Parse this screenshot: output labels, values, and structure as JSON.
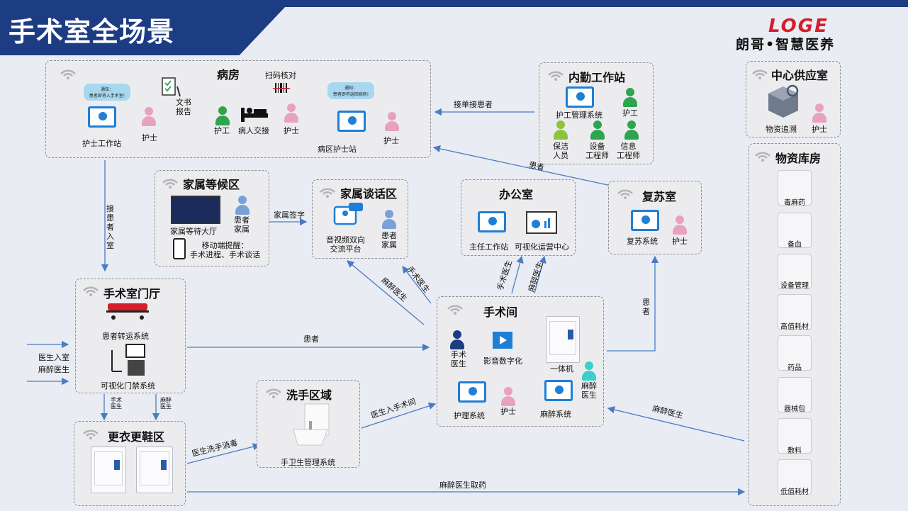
{
  "title": "手术室全场景",
  "logo": {
    "mark": "LOGE",
    "text": "朗哥•智慧医养"
  },
  "zones": {
    "ward": {
      "title": "病房",
      "nurse_station": "护士工作站",
      "nurse": "护士",
      "notice1": "通知：\n患者即将入手术室!",
      "doc": "文书\n报告",
      "worker": "护工",
      "handover": "病人交接",
      "scan": "扫码核对",
      "nurse2": "护士",
      "notice2": "通知：\n患者即将返回病房!",
      "ward_station": "病区护士站",
      "nurse3": "护士"
    },
    "inner_station": {
      "title": "内勤工作站",
      "system": "护工管理系统",
      "worker": "护工",
      "cleaner": "保洁\n人员",
      "equip_eng": "设备\n工程师",
      "info_eng": "信息\n工程师"
    },
    "supply": {
      "title": "中心供应室",
      "trace": "物资追溯",
      "nurse": "护士"
    },
    "warehouse": {
      "title": "物资库房",
      "items": [
        "毒麻药",
        "备血",
        "设备管理",
        "高值耗材",
        "药品",
        "器械包",
        "敷料",
        "低值耗材"
      ]
    },
    "family_wait": {
      "title": "家属等候区",
      "hall": "家属等待大厅",
      "family": "患者\n家属",
      "mobile": "移动端提醒：\n手术进程、手术谈话"
    },
    "family_talk": {
      "title": "家属谈话区",
      "platform": "音视频双向\n交流平台",
      "family": "患者\n家属"
    },
    "office": {
      "title": "办公室",
      "director": "主任工作站",
      "center": "可视化运营中心"
    },
    "recovery": {
      "title": "复苏室",
      "system": "复苏系统",
      "nurse": "护士"
    },
    "lobby": {
      "title": "手术室门厅",
      "transport": "患者转运系统",
      "access": "可视化门禁系统"
    },
    "or": {
      "title": "手术间",
      "surgeon": "手术\n医生",
      "av": "影音数字化",
      "aio": "一体机",
      "anes_doc": "麻醉\n医生",
      "care_sys": "护理系统",
      "nurse": "护士",
      "anes_sys": "麻醉系统"
    },
    "wash": {
      "title": "洗手区域",
      "hygiene": "手卫生管理系统"
    },
    "change": {
      "title": "更衣更鞋区"
    }
  },
  "arrows": {
    "pickup": "接单接患者",
    "patient_back": "患者",
    "receive": "接\n患\n者\n入\n室",
    "family_sign": "家属签字",
    "surgeon_up": "手术医生",
    "anes_up": "麻醉医生",
    "surgeon_office": "手术医生",
    "anes_office": "麻醉医生",
    "patient_or": "患者",
    "patient_recovery": "患\n者",
    "doctor_in": "医生入室",
    "anes_in": "麻醉医生",
    "surgeon_down": "手术\n医生",
    "anes_down": "麻醉\n医生",
    "wash_arrow": "医生洗手消毒",
    "enter_or": "医生入手术间",
    "anes_from_store": "麻醉医生",
    "take_drug": "麻醉医生取药"
  },
  "colors": {
    "brand": "#1c3c84",
    "accent": "#1e7fd6",
    "logo_red": "#d41e2b"
  }
}
